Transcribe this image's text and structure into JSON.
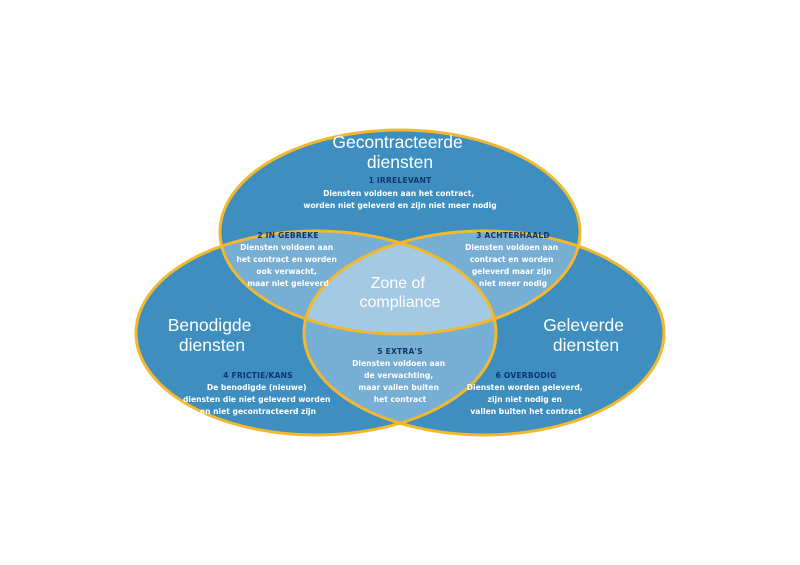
{
  "colors": {
    "background": "#ffffff",
    "circle_fill": "#3e8fbf",
    "overlap_fill": "#77aed3",
    "center_fill": "#a3c9e3",
    "outline": "#f2b82e",
    "heading_text": "#10356a",
    "body_text": "#ffffff"
  },
  "circles": {
    "top": {
      "title_lines": [
        "Gecontracteerde",
        "diensten"
      ]
    },
    "left": {
      "title_lines": [
        "Benodigde",
        "diensten"
      ]
    },
    "right": {
      "title_lines": [
        "Geleverde",
        "diensten"
      ]
    }
  },
  "center": {
    "title_lines": [
      "Zone of",
      "compliance"
    ]
  },
  "regions": [
    {
      "id": "irrelevant",
      "heading": "1 IRRELEVANT",
      "lines": [
        "Diensten voldoen aan het contract,",
        "worden niet geleverd en zijn niet meer  nodig"
      ]
    },
    {
      "id": "in-gebreke",
      "heading": "2 IN GEBREKE",
      "lines": [
        "Diensten voldoen aan",
        "het contract en worden",
        "ook verwacht,",
        "maar niet geleverd"
      ]
    },
    {
      "id": "achterhaald",
      "heading": "3 ACHTERHAALD",
      "lines": [
        "Diensten voldoen aan",
        "contract en worden",
        "geleverd maar zijn",
        "niet meer nodig"
      ]
    },
    {
      "id": "frictie-kans",
      "heading": "4 FRICTIE/KANS",
      "lines": [
        "De benodigde (nieuwe)",
        "diensten die niet geleverd worden",
        "en niet gecontracteerd zijn"
      ]
    },
    {
      "id": "extras",
      "heading": "5 EXTRA'S",
      "lines": [
        "Diensten voldoen aan",
        "de verwachting,",
        "maar vallen buiten",
        "het contract"
      ]
    },
    {
      "id": "overbodig",
      "heading": "6 OVERBODIG",
      "lines": [
        "Diensten worden geleverd,",
        "zijn niet nodig en",
        "vallen buiten het contract"
      ]
    }
  ]
}
